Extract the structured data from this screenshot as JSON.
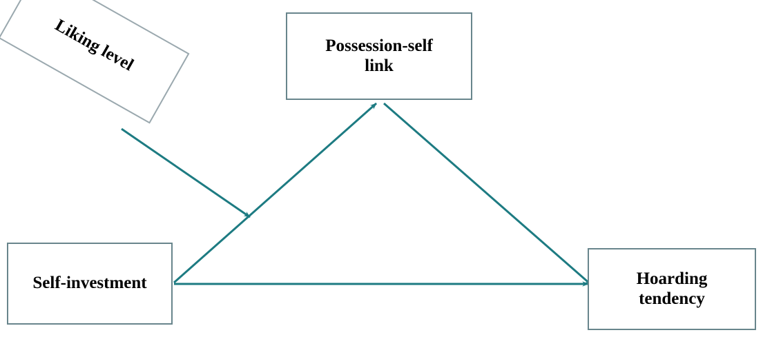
{
  "diagram": {
    "title": "",
    "type": "conceptual-model",
    "colors": {
      "arrow": "#1d7b82",
      "box_border": "#68858c",
      "rotated_box_border": "#9aa8ae",
      "text": "#000000",
      "background": "#ffffff"
    },
    "nodes": [
      {
        "id": "liking-level",
        "label": "Liking level",
        "shape": "rotated-rectangle",
        "rotation_deg": 29.5
      },
      {
        "id": "possession-self-link",
        "label": "Possession-self\nlink",
        "shape": "rectangle",
        "rotation_deg": 0
      },
      {
        "id": "self-investment",
        "label": "Self-investment",
        "shape": "rectangle",
        "rotation_deg": 0
      },
      {
        "id": "hoarding-tendency",
        "label": "Hoarding\ntendency",
        "shape": "rectangle",
        "rotation_deg": 0
      }
    ],
    "edges": [
      {
        "id": "edge-liking-to-path",
        "from": "liking-level",
        "to": "self-investment-to-possession-path",
        "label": "",
        "style": "solid-arrow"
      },
      {
        "id": "edge-selfinvestment-to-possession",
        "from": "self-investment",
        "to": "possession-self-link",
        "label": "",
        "style": "solid-arrow"
      },
      {
        "id": "edge-possession-to-hoarding",
        "from": "possession-self-link",
        "to": "hoarding-tendency",
        "label": "",
        "style": "solid-arrow"
      },
      {
        "id": "edge-selfinvestment-to-hoarding",
        "from": "self-investment",
        "to": "hoarding-tendency",
        "label": "",
        "style": "solid-arrow"
      }
    ]
  }
}
